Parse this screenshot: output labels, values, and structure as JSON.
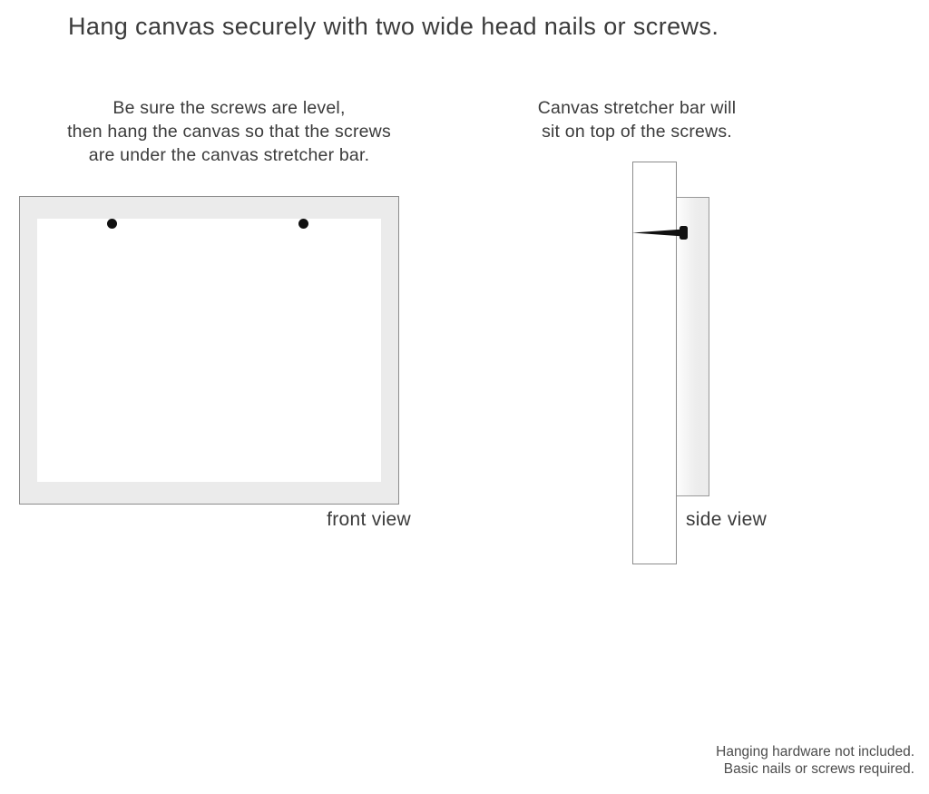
{
  "title": "Hang canvas securely with two wide head nails or screws.",
  "instructions": {
    "front": {
      "lines": [
        "Be sure the screws are level,",
        "then hang the canvas so that the screws",
        "are under the canvas stretcher bar."
      ]
    },
    "side": {
      "lines": [
        "Canvas stretcher bar will",
        "sit on top of the screws."
      ]
    }
  },
  "front_view": {
    "label": "front view",
    "nail_count": 2
  },
  "side_view": {
    "label": "side view",
    "nail_count": 1
  },
  "footer": {
    "lines": [
      "Hanging hardware not included.",
      "Basic nails or screws required."
    ]
  },
  "colors": {
    "text": "#3b3b3b",
    "footer-text": "#4c4c4c",
    "frame-fill": "#ebebeb",
    "frame-border": "#8c8c8c",
    "frame-border2": "#999999",
    "nail": "#111111"
  }
}
